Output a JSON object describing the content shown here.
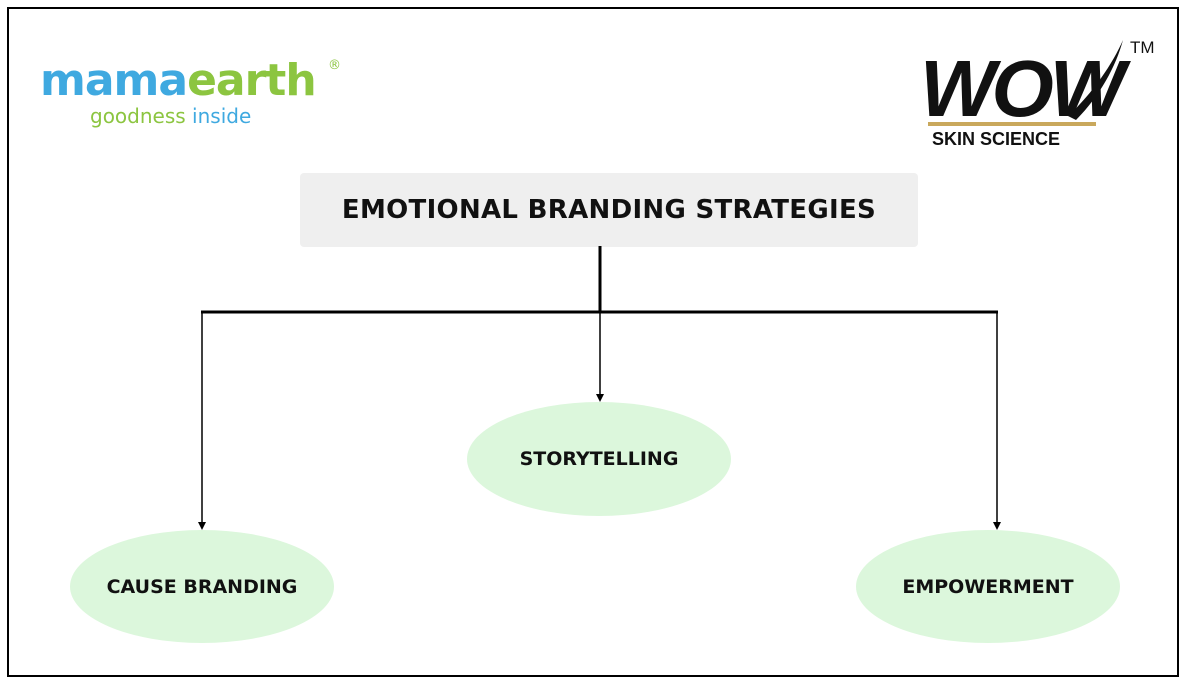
{
  "logos": {
    "mamaearth": {
      "word_part_a": "mama",
      "word_part_b": "earth",
      "registered": "®",
      "tagline_part_a": "goodness",
      "tagline_part_b": " inside"
    },
    "wow": {
      "word": "WOW",
      "trademark": "TM",
      "subtitle": "SKIN SCIENCE"
    }
  },
  "diagram": {
    "title": "EMOTIONAL BRANDING STRATEGIES",
    "nodes": [
      {
        "id": "storytelling",
        "label": "STORYTELLING"
      },
      {
        "id": "cause-branding",
        "label": "CAUSE BRANDING"
      },
      {
        "id": "empowerment",
        "label": "EMPOWERMENT"
      }
    ]
  },
  "colors": {
    "title_box": "#efefef",
    "node_fill": "#dcf7dc",
    "mamaearth_blue": "#3fa9e0",
    "mamaearth_green": "#8cc540",
    "wow_gold": "#c9a85c",
    "line": "#000000"
  }
}
